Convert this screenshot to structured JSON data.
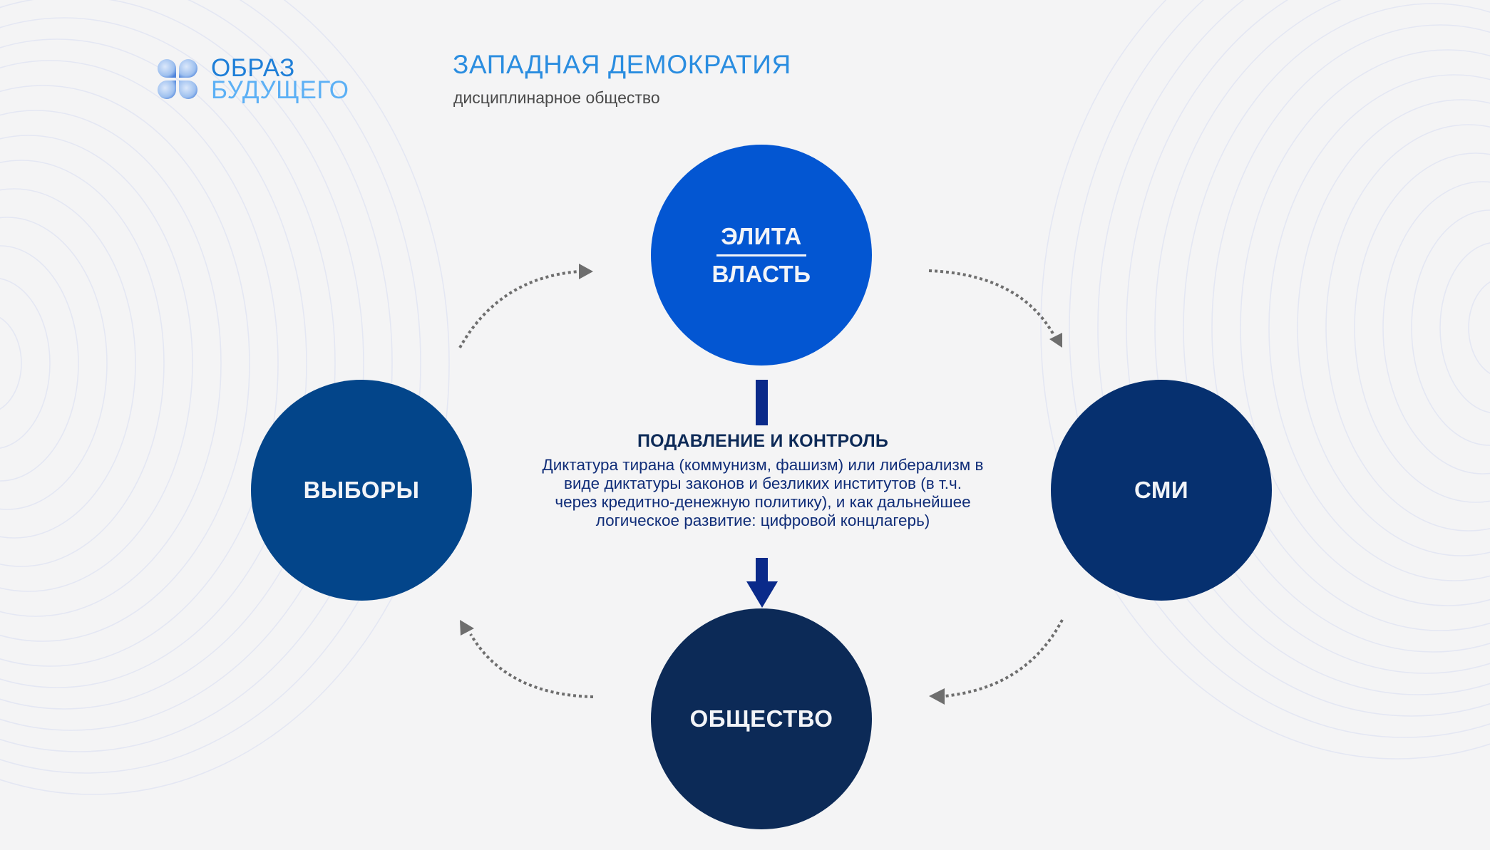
{
  "logo": {
    "line1": "ОБРАЗ",
    "line2": "БУДУЩЕГО",
    "icon": "four-petal-clover-icon",
    "colors": {
      "line1": "#1f7fd8",
      "line2": "#5cb0f5"
    }
  },
  "header": {
    "title": "ЗАПАДНАЯ ДЕМОКРАТИЯ",
    "subtitle": "дисциплинарное общество",
    "title_color": "#2a8de0"
  },
  "nodes": {
    "elite": {
      "line1": "ЭЛИТА",
      "line2": "ВЛАСТЬ",
      "color": "#0356d2"
    },
    "elections": {
      "label": "ВЫБОРЫ",
      "color": "#03458a"
    },
    "media": {
      "label": "СМИ",
      "color": "#06306f"
    },
    "society": {
      "label": "ОБЩЕСТВО",
      "color": "#0c2a57"
    }
  },
  "center": {
    "heading": "ПОДАВЛЕНИЕ И КОНТРОЛЬ",
    "body": "Диктатура тирана (коммунизм, фашизм) или либерализм в виде диктатуры законов и безликих институтов (в т.ч. через кредитно-денежную политику), и как дальнейшее логическое развитие: цифровой концлагерь)",
    "arrow_color": "#0a2a8a"
  },
  "cycle_arrows": [
    {
      "from": "ВЫБОРЫ",
      "to": "ЭЛИТА / ВЛАСТЬ",
      "style": "dotted"
    },
    {
      "from": "ЭЛИТА / ВЛАСТЬ",
      "to": "СМИ",
      "style": "dotted"
    },
    {
      "from": "СМИ",
      "to": "ОБЩЕСТВО",
      "style": "dotted"
    },
    {
      "from": "ОБЩЕСТВО",
      "to": "ВЫБОРЫ",
      "style": "dotted"
    }
  ],
  "arrow_color": "#6e6e6e"
}
